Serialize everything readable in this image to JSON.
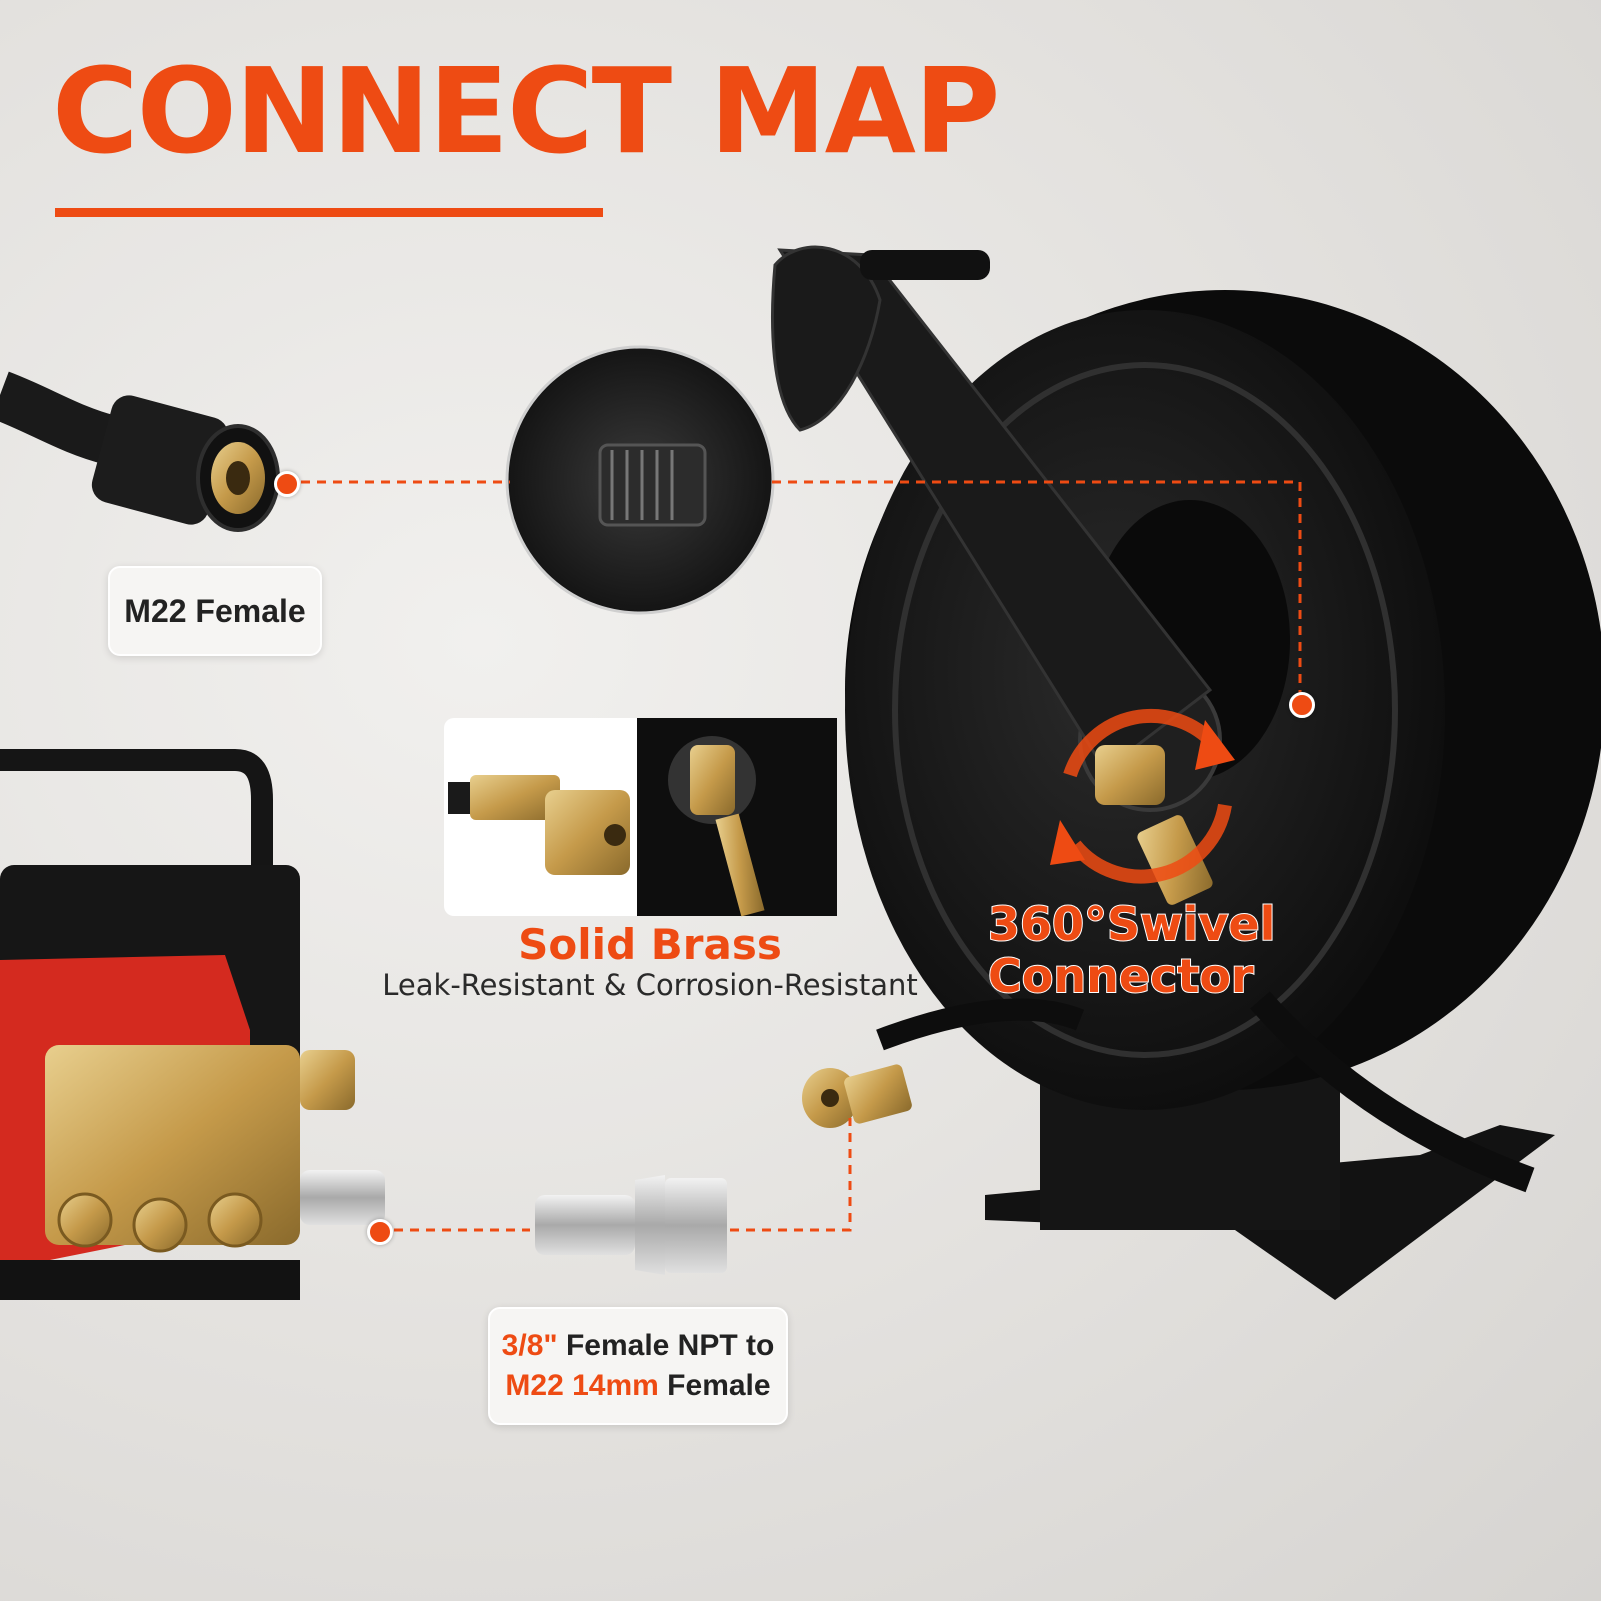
{
  "header": {
    "title": "CONNECT MAP"
  },
  "labels": {
    "m22_female": "M22 Female",
    "npt_line1_highlight": "3/8\"",
    "npt_line1_rest": " Female NPT to",
    "npt_line2_highlight": "M22 14mm",
    "npt_line2_rest": " Female"
  },
  "features": {
    "brass_title": "Solid Brass",
    "brass_subtitle": "Leak-Resistant & Corrosion-Resistant",
    "swivel_line1": "360°Swivel",
    "swivel_line2": "Connector"
  },
  "colors": {
    "accent": "#ee4b13",
    "label_bg": "#f6f5f3",
    "text": "#222222",
    "product_black": "#141414",
    "brass": "#c9a25a"
  },
  "icons": [
    "rotate-arrows-icon",
    "connection-dot-icon"
  ]
}
